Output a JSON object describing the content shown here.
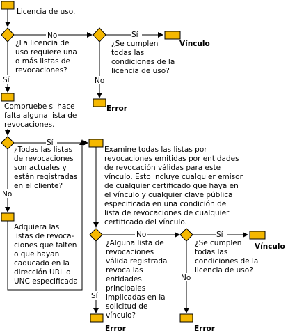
{
  "start": {
    "label": "Licencia de uso."
  },
  "q1": {
    "lines": [
      "¿La licencia de",
      "uso requiere una",
      "o más listas de",
      "revocaciones?"
    ]
  },
  "q2": {
    "lines": [
      "¿Se cumplen",
      "todas las",
      "condiciones de la",
      "licencia de uso?"
    ]
  },
  "link_top": "Vínculo",
  "error_top": "Error",
  "check": {
    "lines": [
      "Compruebe si hace",
      "falta alguna lista de",
      "revocaciones."
    ]
  },
  "q3": {
    "lines": [
      "¿Todas las listas",
      "de revocaciones",
      "son actuales y",
      "están registradas",
      "en el cliente?"
    ]
  },
  "acquire": {
    "lines": [
      "Adquiera las",
      "listas de revoca-",
      "ciones que falten",
      "o que hayan",
      "caducado en la",
      "dirección URL o",
      "UNC especificada"
    ]
  },
  "examine": {
    "lines": [
      "Examine todas las listas por",
      "revocaciones emitidas por entidades",
      "de revocación válidas para este",
      "vínculo. Esto incluye cualquier emisor",
      "de cualquier certificado que haya en",
      "el vínculo y cualquier clave pública",
      "especificada en una condición de",
      "lista de revocaciones de cualquier",
      "certificado del vínculo."
    ]
  },
  "q4": {
    "lines": [
      "¿Alguna lista de",
      "revocaciones",
      "válida registrada",
      "revoca las",
      "entidades",
      "principales",
      "implicadas en la",
      "solicitud de",
      "vínculo?"
    ]
  },
  "q5": {
    "lines": [
      "¿Se cumplen",
      "todas las",
      "condiciones de la",
      "licencia de uso?"
    ]
  },
  "link_bottom": "Vínculo",
  "error_left": "Error",
  "error_right": "Error",
  "yes": "Sí",
  "no": "No",
  "colors": {
    "box_fill": "#f5b800",
    "stroke": "#000000"
  }
}
